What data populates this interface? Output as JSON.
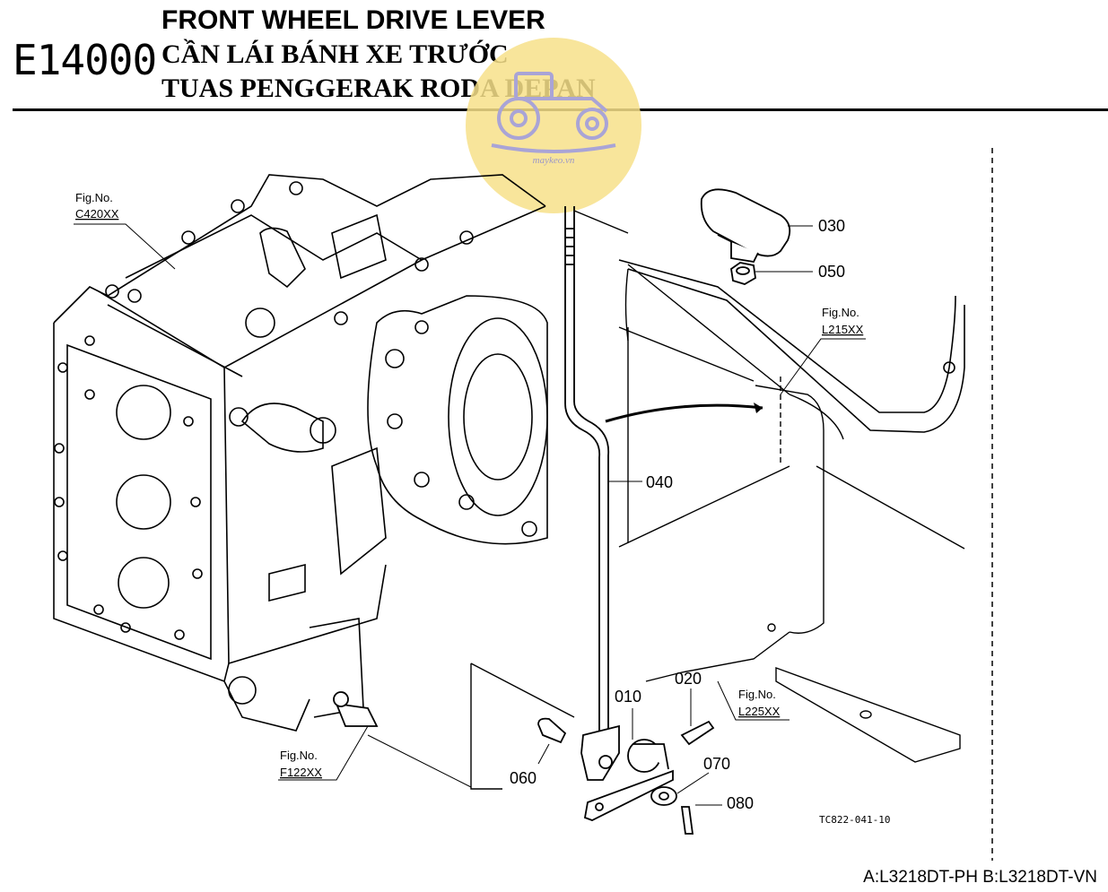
{
  "header": {
    "code": "E14000",
    "title_en": "FRONT WHEEL DRIVE LEVER",
    "title_vn": "CẦN LÁI BÁNH XE TRƯỚC",
    "title_id": "TUAS PENGGERAK RODA DEPAN"
  },
  "watermark": {
    "text": "maykeo.vn",
    "color": "#f7e08a"
  },
  "parts": [
    {
      "label": "010"
    },
    {
      "label": "020"
    },
    {
      "label": "030"
    },
    {
      "label": "040"
    },
    {
      "label": "050"
    },
    {
      "label": "060"
    },
    {
      "label": "070"
    },
    {
      "label": "080"
    }
  ],
  "figure_refs": [
    {
      "line1": "Fig.No.",
      "line2": "C420XX"
    },
    {
      "line1": "Fig.No.",
      "line2": "L215XX"
    },
    {
      "line1": "Fig.No.",
      "line2": "L225XX"
    },
    {
      "line1": "Fig.No.",
      "line2": "F122XX"
    }
  ],
  "diagram_ref": "TC822-041-10",
  "footer": "A:L3218DT-PH B:L3218DT-VN"
}
